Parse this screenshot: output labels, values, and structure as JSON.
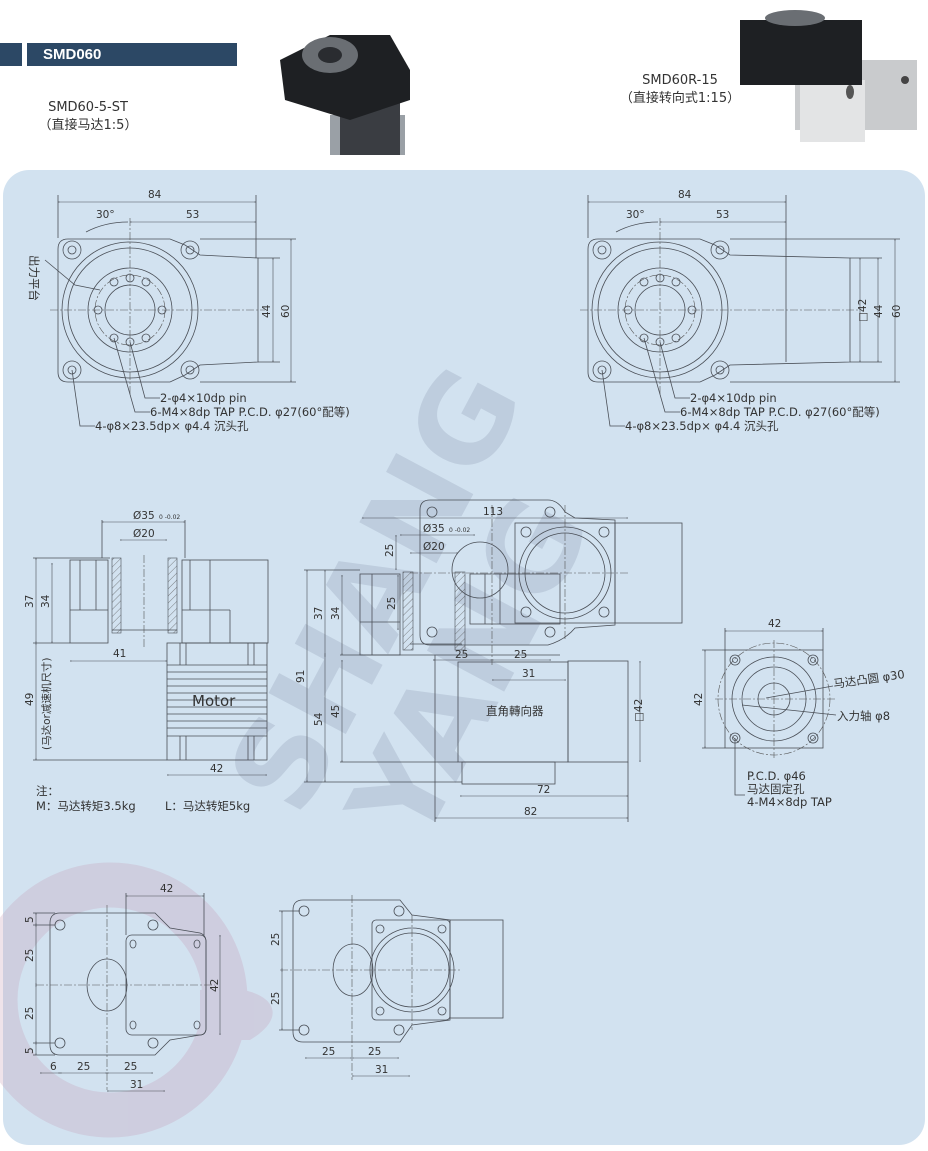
{
  "header": {
    "title": "SMD060"
  },
  "products": [
    {
      "model": "SMD60-5-ST",
      "ratio": "（直接马达1:5）"
    },
    {
      "model": "SMD60R-15",
      "ratio": "（直接转向式1:15）"
    }
  ],
  "top_view_1": {
    "dim_width": "84",
    "dim_offset": "53",
    "angle": "30°",
    "dim_inner_h": "44",
    "dim_h": "60",
    "side_label": "出力平台",
    "callouts": [
      "2-φ4×10dp pin",
      "6-M4×8dp TAP P.C.D. φ27(60°配等)",
      "4-φ8×23.5dp× φ4.4 沉头孔"
    ]
  },
  "top_view_2": {
    "dim_width": "84",
    "dim_offset": "53",
    "angle": "30°",
    "dim_square": "□42",
    "dim_inner_h": "44",
    "dim_h": "60",
    "callouts": [
      "2-φ4×10dp pin",
      "6-M4×8dp TAP P.C.D. φ27(60°配等)",
      "4-φ8×23.5dp× φ4.4 沉头孔"
    ]
  },
  "side_view_1": {
    "dia_outer": "Ø35",
    "tolerance": "0 -0.02",
    "dia_inner": "Ø20",
    "h37": "37",
    "h34": "34",
    "w41": "41",
    "h49": "49",
    "motor_note": "(马达or减速机尺寸)",
    "motor_label": "Motor",
    "w42": "42"
  },
  "notes": {
    "title": "注：",
    "m": "M：马达转矩3.5kg",
    "l": "L：马达转矩5kg"
  },
  "side_view_2": {
    "w113": "113",
    "dia_outer": "Ø35",
    "tolerance": "0 -0.02",
    "dia_inner": "Ø20",
    "v25a": "25",
    "v25b": "25",
    "h37": "37",
    "h34": "34",
    "h91": "91",
    "h54": "54",
    "h45": "45",
    "h25a": "25",
    "h25b": "25",
    "w31": "31",
    "label": "直角轉向器",
    "square": "□42",
    "w72": "72",
    "w82": "82"
  },
  "motor_flange": {
    "w": "42",
    "h": "42",
    "boss": "马达凸圆 φ30",
    "shaft": "入力轴 φ8",
    "pcd": "P.C.D. φ46",
    "holes_label": "马达固定孔",
    "tap": "4-M4×8dp TAP"
  },
  "bottom_view_1": {
    "w42": "42",
    "h42": "42",
    "v5a": "5",
    "v25a": "25",
    "v25b": "25",
    "v5b": "5",
    "h6": "6",
    "h25a": "25",
    "h25b": "25",
    "w31": "31"
  },
  "bottom_view_2": {
    "v25a": "25",
    "v25b": "25",
    "h25a": "25",
    "h25b": "25",
    "w31": "31"
  },
  "watermark": {
    "line1": "SHANG",
    "line2": "YANG"
  },
  "colors": {
    "panel": "#d2e2f0",
    "header": "#2c4865",
    "line": "#4a4f57"
  }
}
